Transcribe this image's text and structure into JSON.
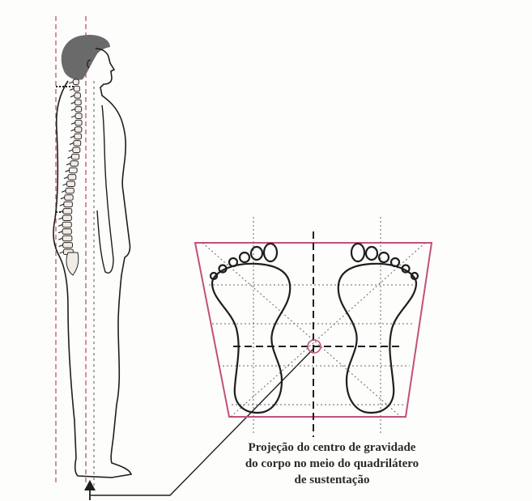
{
  "caption": {
    "line1": "Projeção do centro de gravidade",
    "line2": "do corpo no meio do quadrilátero",
    "line3": "de sustentação"
  },
  "colors": {
    "ink": "#1e1e1e",
    "magenta": "#c2507a",
    "hair": "#6a6a6a",
    "paper": "#fdfdfb"
  },
  "icons": {
    "person": "standing-human-profile",
    "spine": "vertebral-column",
    "feet": "footprints-top-view",
    "arrow": "arrow-up-icon"
  }
}
